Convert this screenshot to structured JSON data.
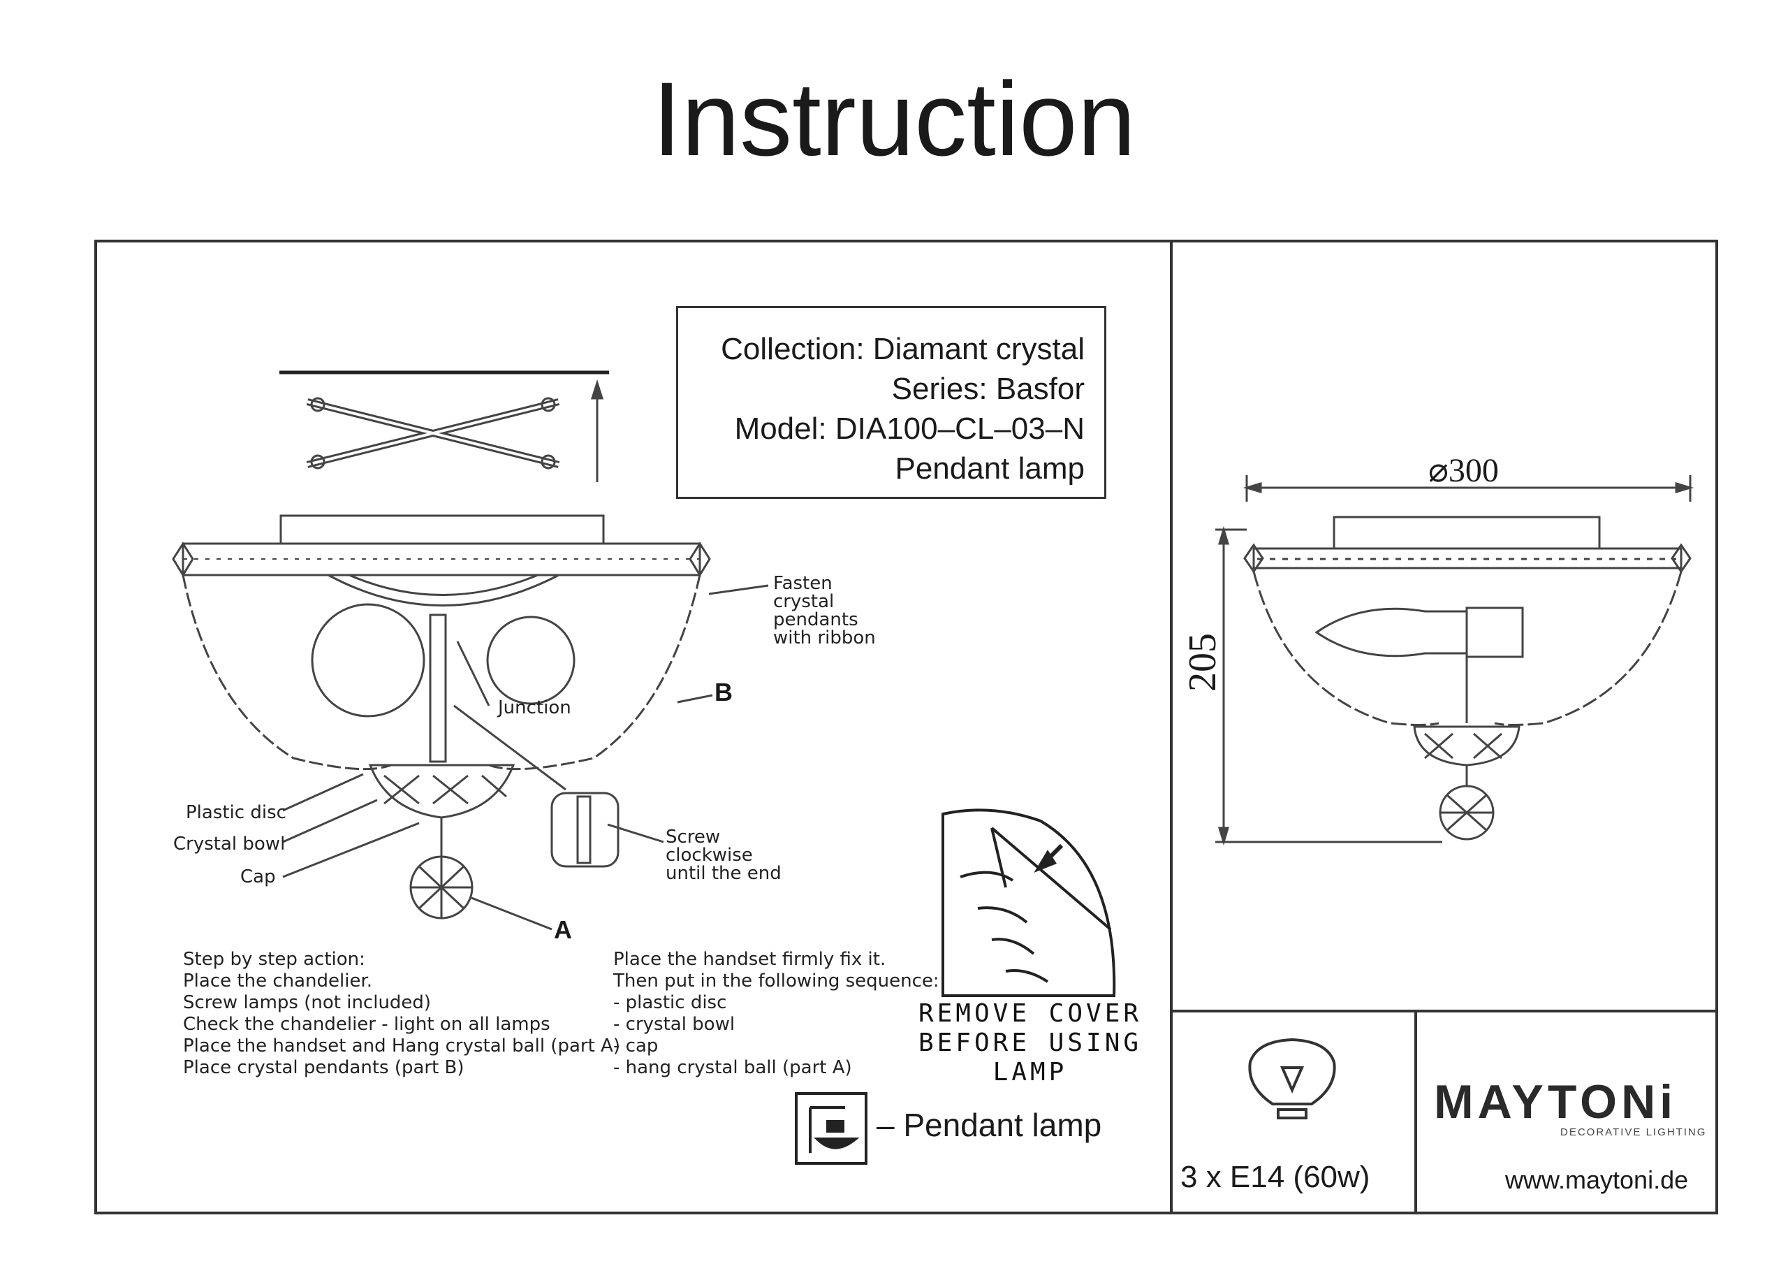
{
  "title": "Instruction",
  "info": {
    "collection": "Collection: Diamant crystal",
    "series": "Series: Basfor",
    "model": "Model: DIA100–CL–03–N",
    "type": "Pendant lamp"
  },
  "labels": {
    "fasten": [
      "Fasten",
      "crystal",
      "pendants",
      "with ribbon"
    ],
    "b": "B",
    "a": "A",
    "junction": "Junction",
    "plastic_disc": "Plastic disc",
    "crystal_bowl": "Crystal bowl",
    "cap": "Cap",
    "screw": [
      "Screw",
      "clockwise",
      "until the end"
    ]
  },
  "steps_left": [
    "Step by step action:",
    "Place the chandelier.",
    "Screw lamps (not included)",
    "Check the chandelier - light on all lamps",
    "Place the handset and Hang crystal ball (part A)",
    "Place crystal pendants (part B)"
  ],
  "steps_right": [
    "Place the handset firmly fix it.",
    "Then put in the following sequence:",
    "- plastic disc",
    "- crystal bowl",
    "- cap",
    "- hang crystal ball (part A)"
  ],
  "remove_cover": [
    "REMOVE COVER",
    "BEFORE USING LAMP"
  ],
  "pendant_legend": "– Pendant lamp",
  "dimensions": {
    "diameter": "⌀300",
    "height": "205"
  },
  "lamp_spec": "3 x E14 (60w)",
  "brand": {
    "name": "MAYTONi",
    "subtitle": "DECORATIVE LIGHTING",
    "website": "www.maytoni.de"
  },
  "icons": [
    "bulb-icon",
    "pendant-lamp-icon",
    "remove-cover-icon"
  ]
}
